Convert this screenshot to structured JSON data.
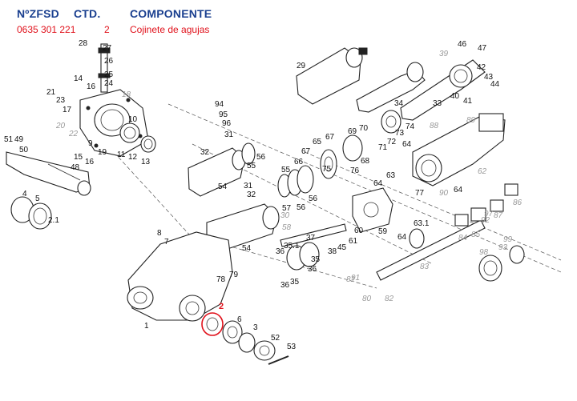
{
  "header": {
    "col_part_number": "NºZFSD",
    "col_quantity": "CTD.",
    "col_component": "COMPONENTE"
  },
  "selected_row": {
    "part_number": "0635 301 221",
    "quantity": "2",
    "component": "Cojinete de agujas"
  },
  "highlighted_callout": "2",
  "callouts": {
    "c1": "1",
    "c2": "2",
    "c3": "3",
    "c4": "4",
    "c5": "5",
    "c6": "6",
    "c7": "7",
    "c8": "8",
    "c9": "9",
    "c10": "10",
    "c11": "11",
    "c12": "12",
    "c13": "13",
    "c14": "14",
    "c15": "15",
    "c16": "16",
    "c16b": "16",
    "c17": "17",
    "c18": "18",
    "c19": "19",
    "c20": "20",
    "c21": "21",
    "c2_1": "2.1",
    "c22": "22",
    "c23": "23",
    "c24": "24",
    "c25": "25",
    "c26": "26",
    "c27": "27",
    "c28": "28",
    "c29": "29",
    "c30": "30",
    "c31": "31",
    "c31b": "31",
    "c32": "32",
    "c32b": "32",
    "c33": "33",
    "c34": "34",
    "c35": "35",
    "c35b": "35",
    "c35_1": "35.1",
    "c36": "36",
    "c36b": "36",
    "c36c": "36",
    "c37": "37",
    "c38": "38",
    "c39": "39",
    "c40": "40",
    "c41": "41",
    "c42": "42",
    "c43": "43",
    "c44": "44",
    "c45": "45",
    "c46": "46",
    "c47": "47",
    "c48": "48",
    "c49": "49",
    "c50": "50",
    "c51": "51",
    "c52": "52",
    "c53": "53",
    "c54": "54",
    "c54b": "54",
    "c55": "55",
    "c55b": "55",
    "c56": "56",
    "c56b": "56",
    "c56c": "56",
    "c57": "57",
    "c58": "58",
    "c59": "59",
    "c60": "60",
    "c61": "61",
    "c62": "62",
    "c63": "63",
    "c63_1": "63.1",
    "c64": "64",
    "c64b": "64",
    "c64c": "64",
    "c64d": "64",
    "c65": "65",
    "c66": "66",
    "c67": "67",
    "c67b": "67",
    "c68": "68",
    "c69": "69",
    "c70": "70",
    "c71": "71",
    "c72": "72",
    "c73": "73",
    "c74": "74",
    "c75": "75",
    "c76": "76",
    "c77": "77",
    "c78": "78",
    "c79": "79",
    "c80": "80",
    "c81": "81",
    "c82": "82",
    "c83": "83",
    "c84": "84",
    "c85": "85",
    "c86": "86",
    "c87": "87",
    "c88": "88",
    "c89": "89",
    "c90": "90",
    "c91": "91",
    "c92": "92",
    "c93": "93",
    "c94": "94",
    "c95": "95",
    "c96": "96",
    "c97": "97",
    "c98": "98",
    "c99": "99"
  }
}
